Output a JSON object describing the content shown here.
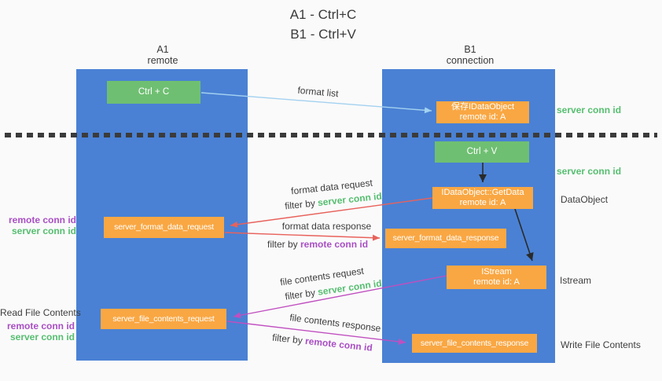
{
  "title": {
    "line1": "A1 - Ctrl+C",
    "line2": "B1 - Ctrl+V"
  },
  "columns": {
    "left": {
      "name": "A1",
      "subtitle": "remote"
    },
    "right": {
      "name": "B1",
      "subtitle": "connection"
    }
  },
  "nodes": {
    "ctrl_c": {
      "label": "Ctrl + C"
    },
    "ctrl_v": {
      "label": "Ctrl + V"
    },
    "save_dataobject": {
      "line1": "保存IDataObject",
      "line2": "remote id: A"
    },
    "getdata": {
      "line1": "IDataObject::GetData",
      "line2": "remote id: A"
    },
    "istream": {
      "line1": "IStream",
      "line2": "remote id: A"
    },
    "server_format_data_request": {
      "label": "server_format_data_request"
    },
    "server_format_data_response": {
      "label": "server_format_data_response"
    },
    "server_file_contents_request": {
      "label": "server_file_contents_request"
    },
    "server_file_contents_response": {
      "label": "server_file_contents_response"
    }
  },
  "arrow_labels": {
    "format_list": "format list",
    "format_data_request": "format data request",
    "format_data_request_filter_prefix": "filter by ",
    "format_data_request_filter_key": "server conn id",
    "format_data_response": "format data response",
    "format_data_response_filter_prefix": "filter by ",
    "format_data_response_filter_key": "remote conn id",
    "file_contents_request": "file contents request",
    "file_contents_request_filter_prefix": "filter by ",
    "file_contents_request_filter_key": "server conn id",
    "file_contents_response": "file contents response",
    "file_contents_response_filter_prefix": "filter by ",
    "file_contents_response_filter_key": "remote conn id"
  },
  "side_labels": {
    "server_conn_id_top": "server conn id",
    "server_conn_id_mid": "server conn id",
    "dataobject": "DataObject",
    "istream": "Istream",
    "write_file_contents": "Write File Contents",
    "read_file_contents": "Read File Contents",
    "left_group1": {
      "remote": "remote conn id",
      "server": "server conn id"
    },
    "left_group2": {
      "remote": "remote conn id",
      "server": "server conn id"
    }
  },
  "colors": {
    "background": "#fafafa",
    "column_blue": "#4a81d4",
    "node_green": "#6fbf72",
    "node_orange": "#f9a743",
    "label_green": "#56be70",
    "label_purple": "#a94fc4",
    "arrow_red": "#e8625c",
    "arrow_magenta": "#c04fc0",
    "arrow_lightblue": "#a3d1f0",
    "arrow_black": "#2a2a2a",
    "text_dark": "#3d3d3d"
  }
}
